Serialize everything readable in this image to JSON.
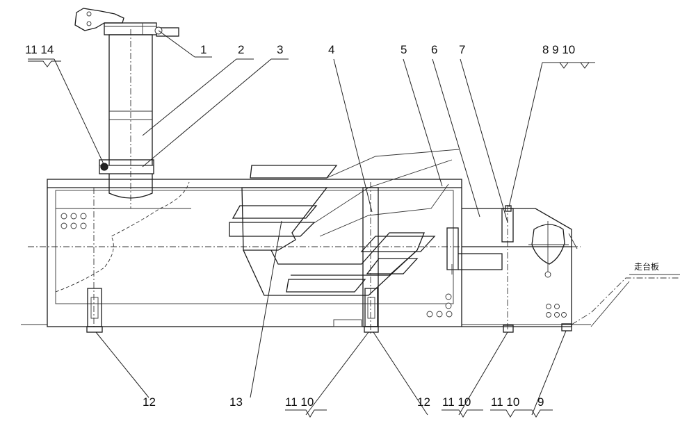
{
  "callouts": {
    "top": [
      "1",
      "2",
      "3",
      "4",
      "5",
      "6",
      "7"
    ],
    "top_left": "11 14",
    "top_right": "8 9 10",
    "bottom": [
      "12",
      "13",
      "11 10",
      "12",
      "11 10",
      "11 10",
      "9"
    ],
    "walkway": "走台板"
  }
}
